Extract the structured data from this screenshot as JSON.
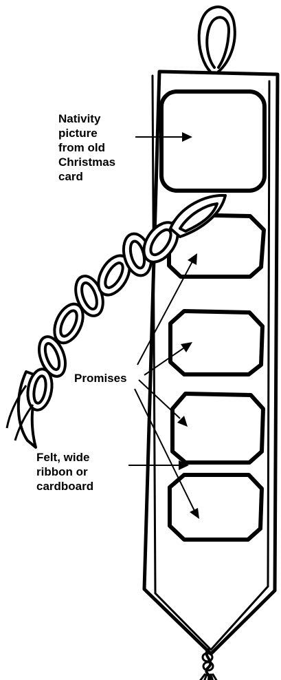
{
  "labels": {
    "nativity": [
      "Nativity",
      "picture",
      "from old",
      "Christmas",
      "card"
    ],
    "promises": "Promises",
    "felt": [
      "Felt, wide",
      "ribbon or",
      "cardboard"
    ]
  },
  "icons": {
    "hanging_loop": "loop-icon",
    "chain": "paper-chain-icon",
    "tassel": "tassel-icon"
  },
  "colors": {
    "ink": "#000000",
    "paper": "#ffffff"
  }
}
